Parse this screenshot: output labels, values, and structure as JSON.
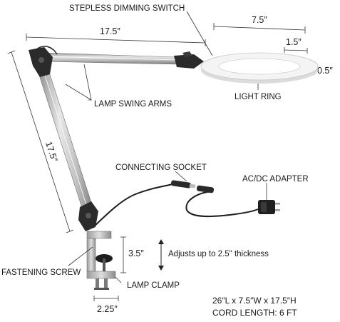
{
  "labels": {
    "stepless_dimming_switch": "STEPLESS DIMMING SWITCH",
    "light_ring": "LIGHT RING",
    "lamp_swing_arms": "LAMP SWING ARMS",
    "connecting_socket": "CONNECTING SOCKET",
    "ac_dc_adapter": "AC/DC ADAPTER",
    "fastening_screw": "FASTENING SCREW",
    "lamp_clamp": "LAMP CLAMP",
    "clamp_note": "Adjusts up to 2.5\" thickness"
  },
  "dimensions": {
    "top_arm_length": "17.5″",
    "vertical_arm_length": "17.5″",
    "ring_diameter": "7.5″",
    "ring_width": "1.5″",
    "ring_thickness": "0.5″",
    "clamp_height": "3.5″",
    "clamp_width": "2.25″"
  },
  "specs": {
    "overall_size": "26″L x 7.5″W x 17.5″H",
    "cord_length": "CORD LENGTH: 6 FT"
  },
  "colors": {
    "arm_silver": "#b8b8b8",
    "joint_dark": "#2a2a2a",
    "ring_light": "#f2f2f2",
    "line": "#333333"
  }
}
